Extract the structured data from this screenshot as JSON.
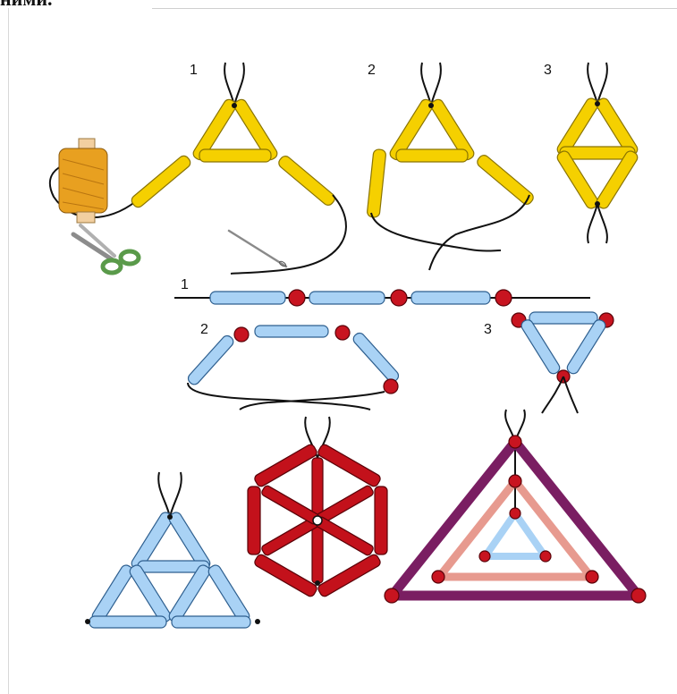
{
  "header": {
    "text": "ними."
  },
  "steps_top": [
    "1",
    "2",
    "3"
  ],
  "steps_mid": [
    "1",
    "2",
    "3"
  ],
  "colors": {
    "yellow_tube": "#f5d000",
    "blue_tube": "#a9d2f5",
    "red_tube": "#c3111b",
    "purple_tube": "#7a1e62",
    "pink_tube": "#e79a8f",
    "bead": "#c81420",
    "spool": "#e8a020",
    "scissors_handle": "#5a9a4a"
  },
  "icons": [
    "thread-spool-icon",
    "scissors-icon",
    "needle-icon"
  ]
}
